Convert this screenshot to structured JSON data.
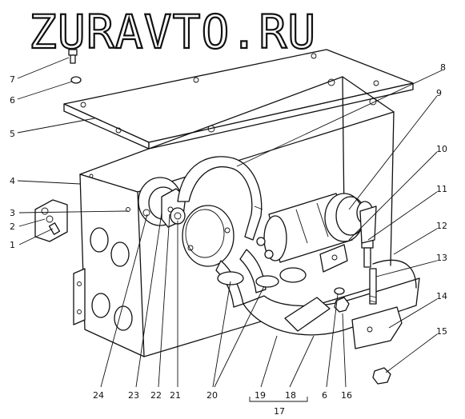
{
  "watermark": "ZURAVTO.RU",
  "callouts": {
    "c1": "1",
    "c2": "2",
    "c3": "3",
    "c4": "4",
    "c5": "5",
    "c6a": "6",
    "c6b": "6",
    "c7": "7",
    "c8": "8",
    "c9": "9",
    "c10": "10",
    "c11": "11",
    "c12": "12",
    "c13": "13",
    "c14": "14",
    "c15": "15",
    "c16": "16",
    "c17": "17",
    "c18": "18",
    "c19": "19",
    "c20": "20",
    "c21": "21",
    "c22": "22",
    "c23": "23",
    "c24": "24"
  }
}
